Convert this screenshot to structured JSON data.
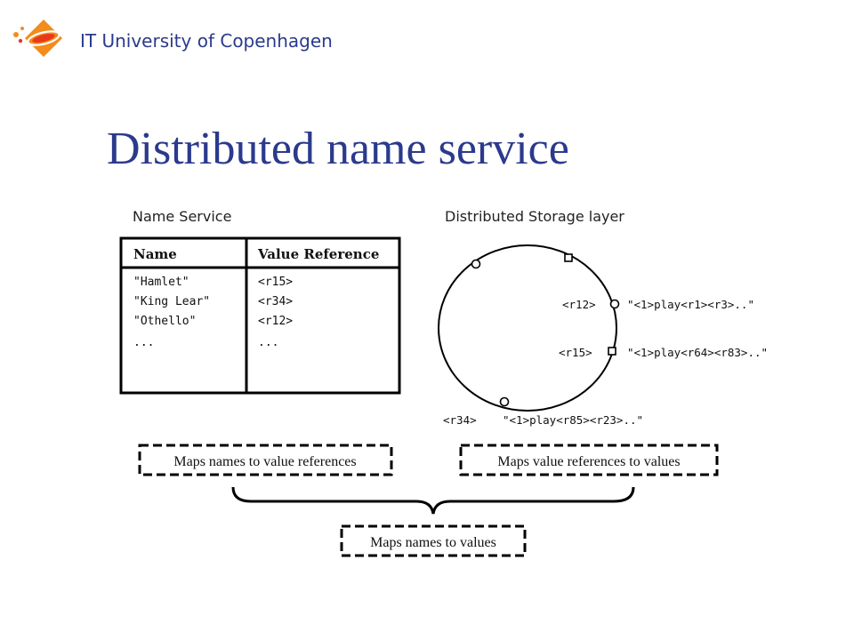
{
  "header": {
    "org_name": "IT University of Copenhagen",
    "colors": {
      "orange": "#f28c1a",
      "red": "#e8391d",
      "text": "#2b3a8c"
    }
  },
  "slide": {
    "title": "Distributed name service"
  },
  "diagram": {
    "name_service": {
      "label": "Name Service",
      "columns": [
        "Name",
        "Value Reference"
      ],
      "rows": [
        {
          "name": "\"Hamlet\"",
          "ref": "<r15>"
        },
        {
          "name": "\"King Lear\"",
          "ref": "<r34>"
        },
        {
          "name": "\"Othello\"",
          "ref": "<r12>"
        },
        {
          "name": "...",
          "ref": "..."
        }
      ]
    },
    "storage": {
      "label": "Distributed Storage layer",
      "nodes": [
        {
          "ref": "<r12>",
          "value": "\"<1>play<r1><r3>..\""
        },
        {
          "ref": "<r15>",
          "value": "\"<1>play<r64><r83>..\""
        },
        {
          "ref": "<r34>",
          "value": "\"<1>play<r85><r23>..\""
        }
      ]
    },
    "boxes": {
      "left": "Maps names to value references",
      "right": "Maps value references to values",
      "bottom": "Maps names to values"
    }
  }
}
